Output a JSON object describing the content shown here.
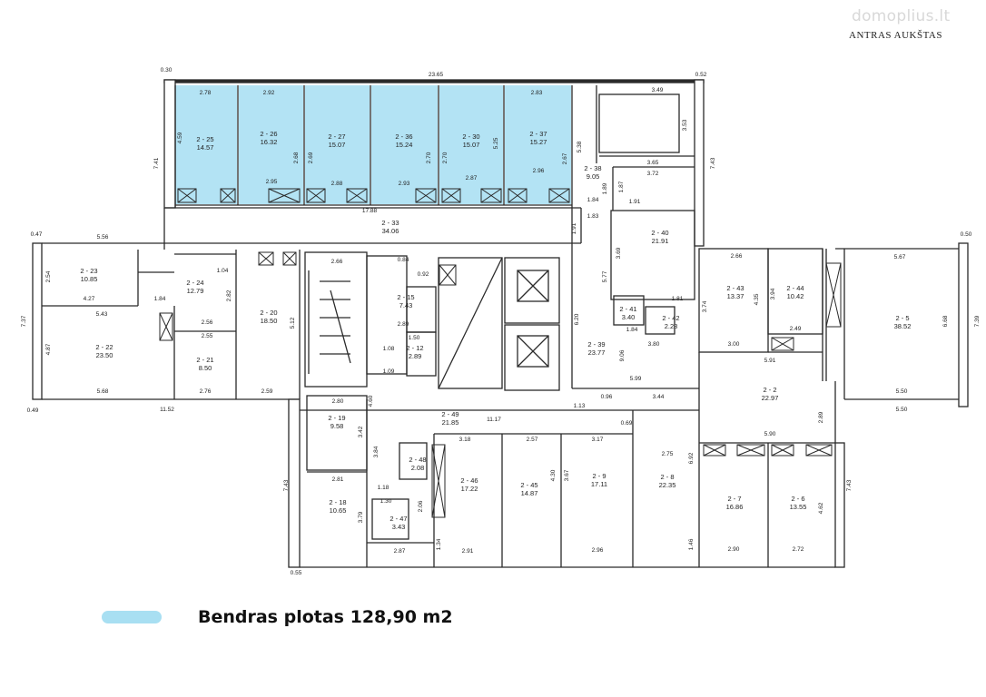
{
  "watermark": "domoplius.lt",
  "floor_title": "ANTRAS AUKŠTAS",
  "legend": {
    "label": "Bendras plotas 128,90 m2",
    "color": "#a8dff2"
  },
  "colors": {
    "highlight": "#b3e3f4",
    "wall": "#2a2a2a",
    "background": "#ffffff"
  },
  "rooms": {
    "r2_25": {
      "id": "2 - 25",
      "area": "14.57"
    },
    "r2_26": {
      "id": "2 - 26",
      "area": "16.32"
    },
    "r2_27": {
      "id": "2 - 27",
      "area": "15.07"
    },
    "r2_36": {
      "id": "2 - 36",
      "area": "15.24"
    },
    "r2_30": {
      "id": "2 - 30",
      "area": "15.07"
    },
    "r2_37": {
      "id": "2 - 37",
      "area": "15.27"
    },
    "r2_38": {
      "id": "2 - 38",
      "area": "9.05"
    },
    "r2_33": {
      "id": "2 - 33",
      "area": "34.06"
    },
    "r2_40": {
      "id": "2 - 40",
      "area": "21.91"
    },
    "r2_23": {
      "id": "2 - 23",
      "area": "10.85"
    },
    "r2_24": {
      "id": "2 - 24",
      "area": "12.79"
    },
    "r2_22": {
      "id": "2 - 22",
      "area": "23.50"
    },
    "r2_21": {
      "id": "2 - 21",
      "area": "8.50"
    },
    "r2_20": {
      "id": "2 - 20",
      "area": "18.50"
    },
    "r2_15": {
      "id": "2 - 15",
      "area": "7.43"
    },
    "r2_12": {
      "id": "2 - 12",
      "area": "2.89"
    },
    "r2_41": {
      "id": "2 - 41",
      "area": "3.40"
    },
    "r2_42": {
      "id": "2 - 42",
      "area": "2.28"
    },
    "r2_39": {
      "id": "2 - 39",
      "area": "23.77"
    },
    "r2_43": {
      "id": "2 - 43",
      "area": "13.37"
    },
    "r2_44": {
      "id": "2 - 44",
      "area": "10.42"
    },
    "r2_5": {
      "id": "2 - 5",
      "area": "38.52"
    },
    "r2_2": {
      "id": "2 - 2",
      "area": "22.97"
    },
    "r2_19": {
      "id": "2 - 19",
      "area": "9.58"
    },
    "r2_49": {
      "id": "2 - 49",
      "area": "21.85"
    },
    "r2_48": {
      "id": "2 - 48",
      "area": "2.08"
    },
    "r2_46": {
      "id": "2 - 46",
      "area": "17.22"
    },
    "r2_45": {
      "id": "2 - 45",
      "area": "14.87"
    },
    "r2_9": {
      "id": "2 - 9",
      "area": "17.11"
    },
    "r2_8": {
      "id": "2 - 8",
      "area": "22.35"
    },
    "r2_7": {
      "id": "2 - 7",
      "area": "16.86"
    },
    "r2_6": {
      "id": "2 - 6",
      "area": "13.55"
    },
    "r2_18": {
      "id": "2 - 18",
      "area": "10.65"
    },
    "r2_47": {
      "id": "2 - 47",
      "area": "3.43"
    }
  },
  "dims": {
    "d_23_65": "23.65",
    "d_0_30a": "0.30",
    "d_0_52": "0.52",
    "d_2_78": "2.78",
    "d_2_92": "2.92",
    "d_2_83": "2.83",
    "d_3_49": "3.49",
    "d_4_59": "4.59",
    "d_7_41": "7.41",
    "d_7_43a": "7.43",
    "d_3_53": "3.53",
    "d_3_65": "3.65",
    "d_2_95": "2.95",
    "d_2_88": "2.88",
    "d_2_93": "2.93",
    "d_2_87": "2.87",
    "d_2_96": "2.96",
    "d_2_68": "2.68",
    "d_2_69": "2.69",
    "d_2_70a": "2.70",
    "d_2_70b": "2.70",
    "d_5_25": "5.25",
    "d_2_67": "2.67",
    "d_5_38": "5.38",
    "d_17_88": "17.88",
    "d_3_72": "3.72",
    "d_1_84a": "1.84",
    "d_1_87": "1.87",
    "d_1_89": "1.89",
    "d_1_91a": "1.91",
    "d_1_91b": "1.91",
    "d_1_83": "1.83",
    "d_5_56": "5.56",
    "d_0_47": "0.47",
    "d_7_37": "7.37",
    "d_2_54": "2.54",
    "d_4_27": "4.27",
    "d_5_43": "5.43",
    "d_4_87": "4.87",
    "d_5_68": "5.68",
    "d_0_49": "0.49",
    "d_11_52": "11.52",
    "d_1_84b": "1.84",
    "d_2_56": "2.56",
    "d_2_55": "2.55",
    "d_2_76a": "2.76",
    "d_2_59": "2.59",
    "d_5_12": "5.12",
    "d_2_82": "2.82",
    "d_1_04": "1.04",
    "d_2_66a": "2.66",
    "d_0_84": "0.84",
    "d_0_92": "0.92",
    "d_2_89": "2.89",
    "d_1_50": "1.50",
    "d_1_08": "1.08",
    "d_1_09": "1.09",
    "d_5_77": "5.77",
    "d_6_20": "6.20",
    "d_3_69": "3.69",
    "d_3_80": "3.80",
    "d_5_99": "5.99",
    "d_9_06": "9.06",
    "d_1_84c": "1.84",
    "d_1_81": "1.81",
    "d_2_66b": "2.66",
    "d_3_74": "3.74",
    "d_4_35": "4.35",
    "d_3_94": "3.94",
    "d_3_00": "3.00",
    "d_2_49": "2.49",
    "d_5_91": "5.91",
    "d_5_67": "5.67",
    "d_0_50": "0.50",
    "d_6_68": "6.68",
    "d_7_39": "7.39",
    "d_5_50a": "5.50",
    "d_5_50b": "5.50",
    "d_2_80": "2.80",
    "d_3_42": "3.42",
    "d_4_60": "4.60",
    "d_11_17": "11.17",
    "d_3_44": "3.44",
    "d_1_13": "1.13",
    "d_0_96": "0.96",
    "d_0_69": "0.69",
    "d_5_90": "5.90",
    "d_2_89b": "2.89",
    "d_3_18": "3.18",
    "d_2_57": "2.57",
    "d_3_17": "3.17",
    "d_2_75": "2.75",
    "d_6_92": "6.92",
    "d_3_84": "3.84",
    "d_2_81": "2.81",
    "d_3_79": "3.79",
    "d_7_43b": "7.43",
    "d_7_43c": "7.43",
    "d_4_30": "4.30",
    "d_3_67": "3.67",
    "d_2_06": "2.06",
    "d_1_30": "1.30",
    "d_1_18": "1.18",
    "d_2_87b": "2.87",
    "d_2_91": "2.91",
    "d_2_96b": "2.96",
    "d_2_90": "2.90",
    "d_2_72": "2.72",
    "d_4_62": "4.62",
    "d_0_55": "0.55",
    "d_1_34": "1.34",
    "d_1_46": "1.46"
  }
}
